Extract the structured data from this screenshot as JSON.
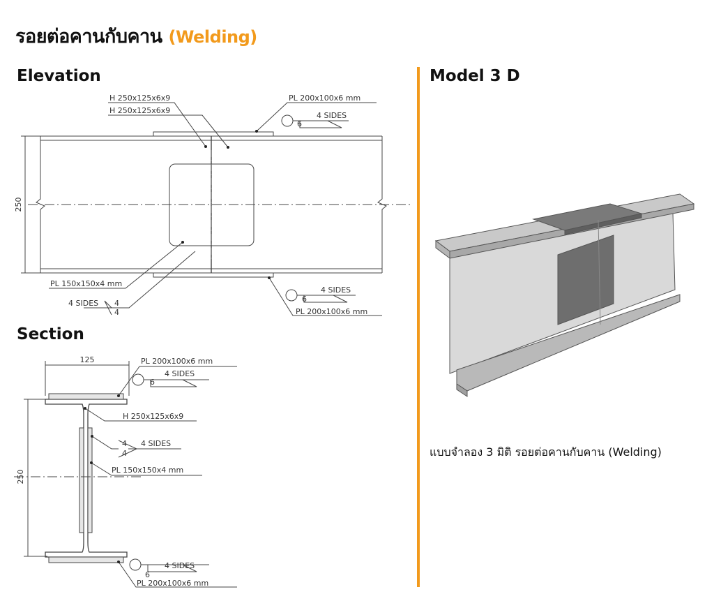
{
  "page": {
    "title_th": "รอยต่อคานกับคาน",
    "title_en": "(Welding)",
    "accent_color": "#f29a1c"
  },
  "elevation": {
    "heading": "Elevation",
    "labels": {
      "h_beam_1": "H 250x125x6x9",
      "h_beam_2": "H 250x125x6x9",
      "top_plate": "PL 200x100x6 mm",
      "top_weld_size": "6",
      "top_weld_sides": "4 SIDES",
      "depth": "250",
      "web_plate": "PL 150x150x4 mm",
      "web_weld_sides": "4 SIDES",
      "web_weld_top": "4",
      "web_weld_bottom": "4",
      "bottom_weld_sides": "4 SIDES",
      "bottom_weld_size": "6",
      "bottom_plate": "PL 200x100x6 mm"
    }
  },
  "section": {
    "heading": "Section",
    "labels": {
      "width": "125",
      "top_plate": "PL 200x100x6 mm",
      "top_weld_size": "6",
      "top_weld_sides": "4 SIDES",
      "h_beam": "H 250x125x6x9",
      "web_weld_top": "4",
      "web_weld_bottom": "4",
      "web_weld_sides": "4 SIDES",
      "web_plate": "PL 150x150x4 mm",
      "depth": "250",
      "bottom_weld_sides": "4 SIDES",
      "bottom_weld_size": "6",
      "bottom_plate": "PL 200x100x6 mm"
    }
  },
  "model": {
    "heading": "Model 3 D",
    "caption": "แบบจำลอง 3 มิติ รอยต่อคานกับคาน (Welding)"
  }
}
